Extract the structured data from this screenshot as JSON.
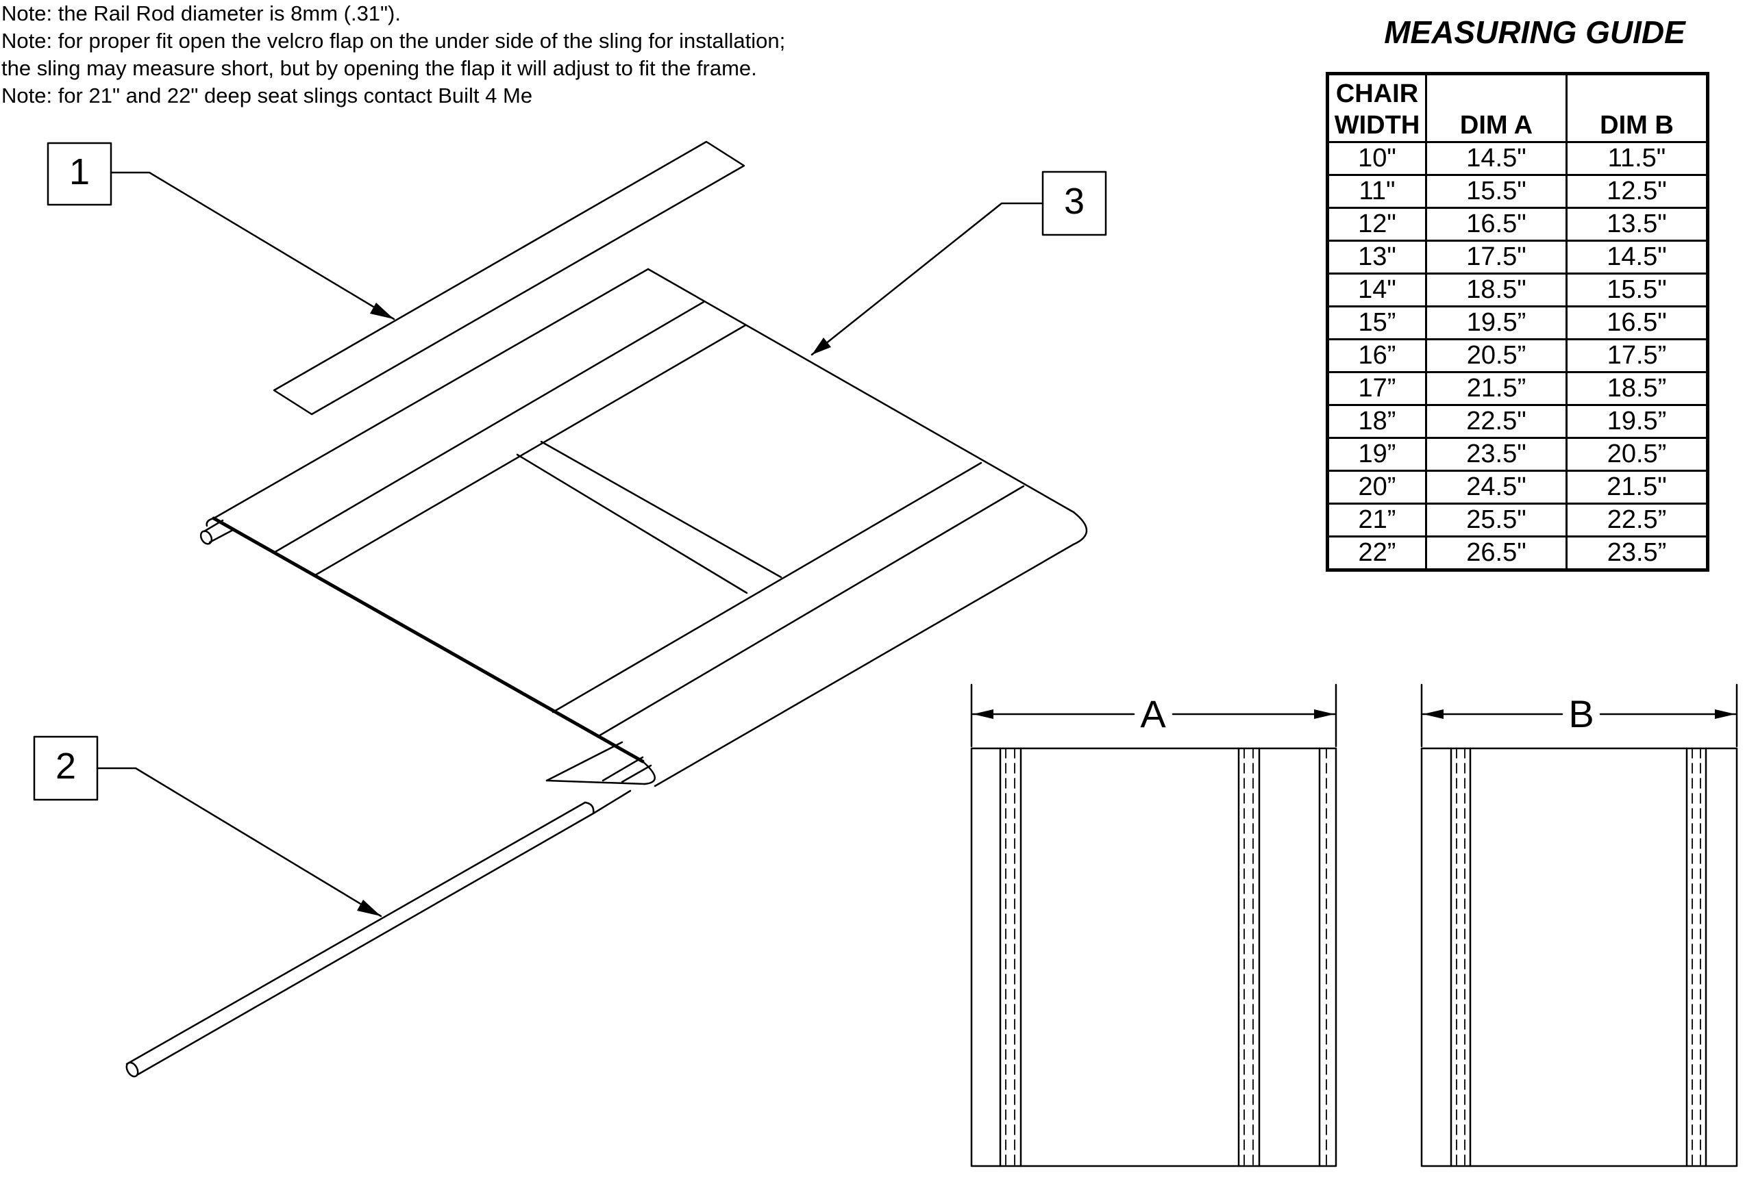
{
  "notes": [
    "Note: the Rail Rod diameter is 8mm (.31\").",
    "Note: for proper fit open the velcro flap on the under side of the sling for installation;",
    "the sling may measure short, but by opening the flap it will adjust to fit the frame.",
    "Note: for 21\" and 22\" deep seat slings contact Built 4 Me"
  ],
  "callouts": {
    "c1": "1",
    "c2": "2",
    "c3": "3"
  },
  "dimensions": {
    "a": "A",
    "b": "B"
  },
  "measuring_guide": {
    "title": "MEASURING GUIDE",
    "headers": {
      "chair_width": "CHAIR WIDTH",
      "dim_a": "DIM A",
      "dim_b": "DIM B"
    },
    "rows": [
      [
        "10\"",
        "14.5\"",
        "11.5\""
      ],
      [
        "11\"",
        "15.5\"",
        "12.5\""
      ],
      [
        "12\"",
        "16.5\"",
        "13.5\""
      ],
      [
        "13\"",
        "17.5\"",
        "14.5\""
      ],
      [
        "14\"",
        "18.5\"",
        "15.5\""
      ],
      [
        "15”",
        "19.5”",
        "16.5\""
      ],
      [
        "16”",
        "20.5”",
        "17.5”"
      ],
      [
        "17”",
        "21.5”",
        "18.5”"
      ],
      [
        "18”",
        "22.5\"",
        "19.5”"
      ],
      [
        "19”",
        "23.5\"",
        "20.5”"
      ],
      [
        "20”",
        "24.5\"",
        "21.5\""
      ],
      [
        "21”",
        "25.5\"",
        "22.5”"
      ],
      [
        "22”",
        "26.5\"",
        "23.5”"
      ]
    ]
  }
}
